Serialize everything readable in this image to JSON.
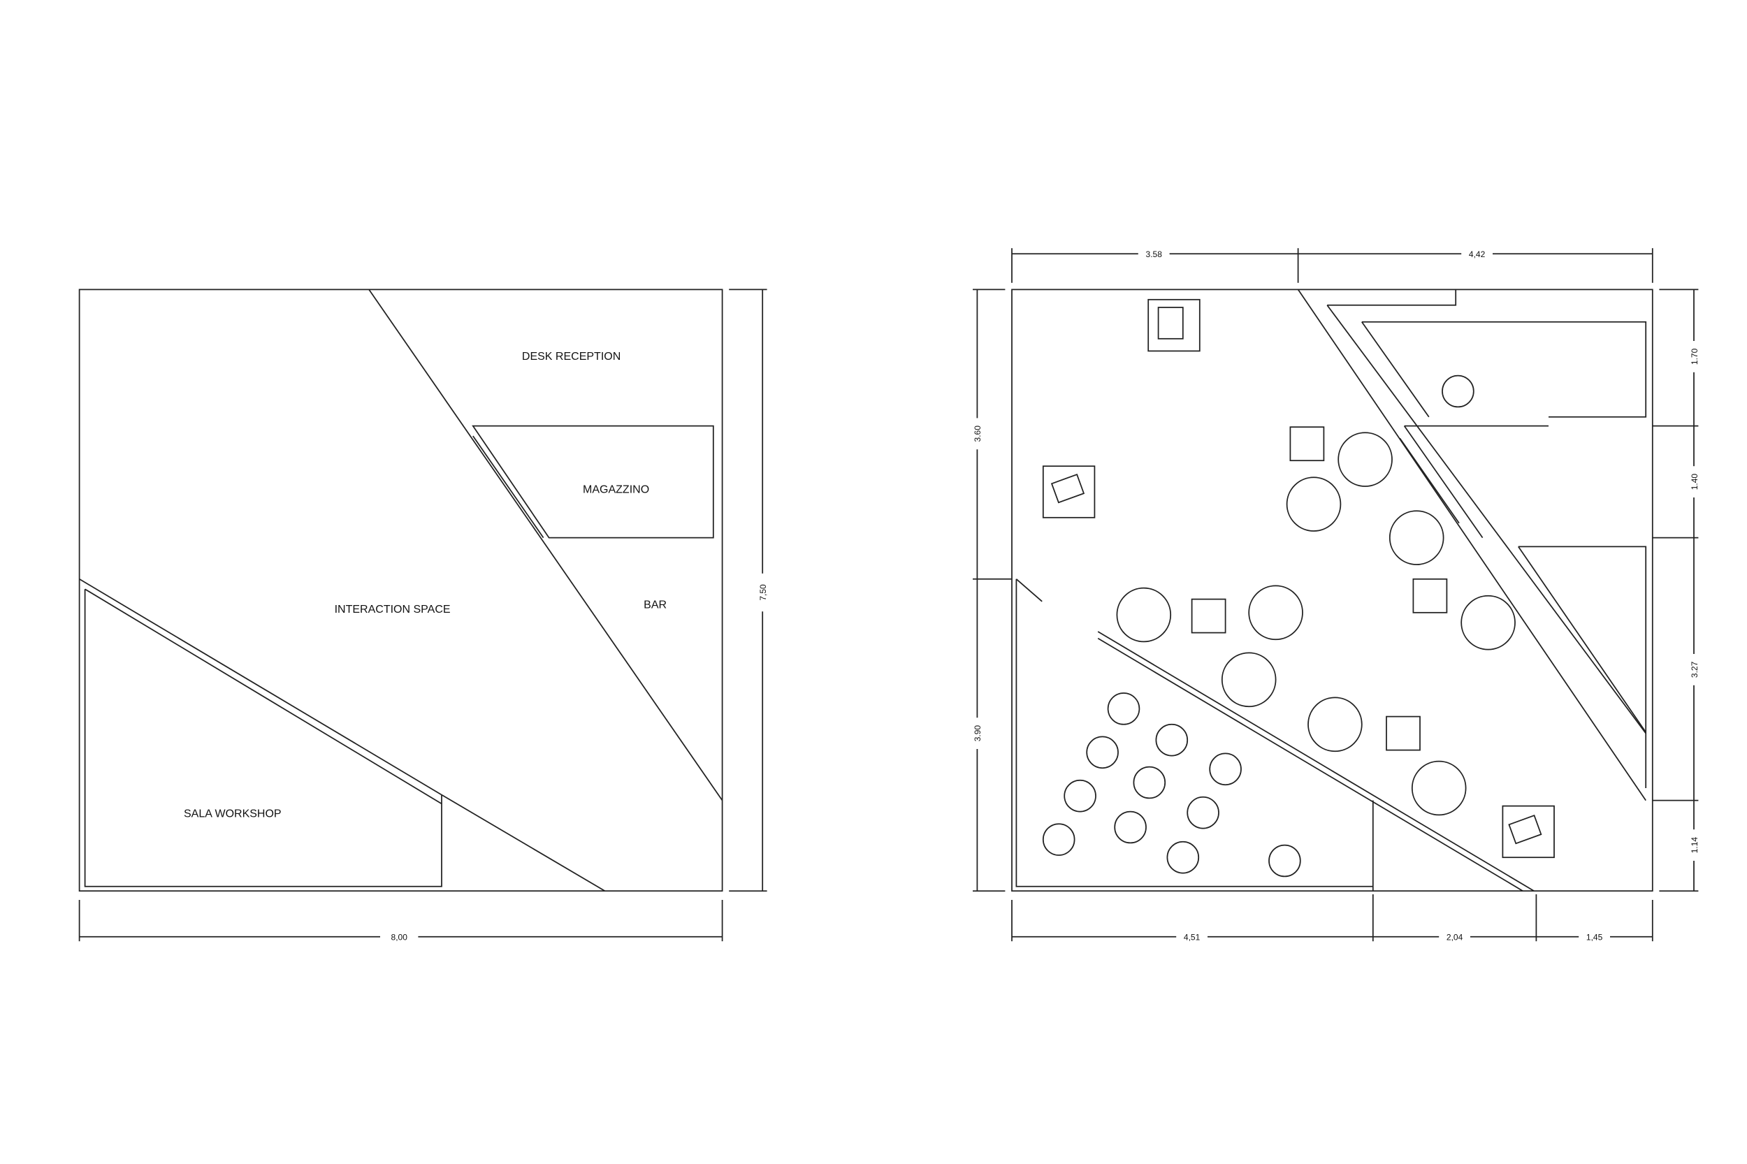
{
  "left_plan": {
    "labels": {
      "desk_reception": "DESK RECEPTION",
      "magazzino": "MAGAZZINO",
      "interaction_space": "INTERACTION SPACE",
      "bar": "BAR",
      "sala_workshop": "SALA WORKSHOP"
    },
    "dimensions": {
      "width": "8,00",
      "height": "7,50"
    }
  },
  "right_plan": {
    "dimensions": {
      "top": [
        "3.58",
        "4,42"
      ],
      "right": [
        "1.70",
        "1.40",
        "3.27",
        "1.14"
      ],
      "left": [
        "3.60",
        "3.90"
      ],
      "bottom": [
        "4,51",
        "2,04",
        "1,45"
      ]
    }
  }
}
